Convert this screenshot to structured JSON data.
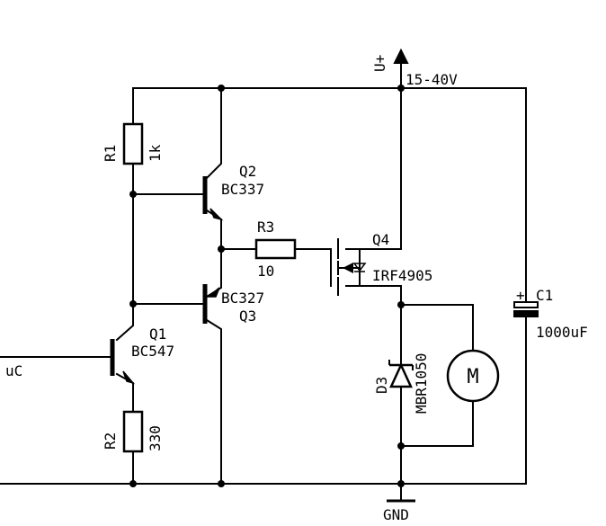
{
  "supply": {
    "name": "U+",
    "voltage": "15-40V"
  },
  "ground": {
    "name": "GND"
  },
  "input": {
    "name": "uC"
  },
  "components": {
    "R1": {
      "ref": "R1",
      "value": "1k"
    },
    "R2": {
      "ref": "R2",
      "value": "330"
    },
    "R3": {
      "ref": "R3",
      "value": "10"
    },
    "Q1": {
      "ref": "Q1",
      "value": "BC547"
    },
    "Q2": {
      "ref": "Q2",
      "value": "BC337"
    },
    "Q3": {
      "ref": "Q3",
      "value": "BC327"
    },
    "Q4": {
      "ref": "Q4",
      "value": "IRF4905"
    },
    "D3": {
      "ref": "D3",
      "value": "MBR1050"
    },
    "C1": {
      "ref": "C1",
      "value": "1000uF",
      "polarity": "+"
    },
    "M": {
      "symbol": "M"
    }
  }
}
